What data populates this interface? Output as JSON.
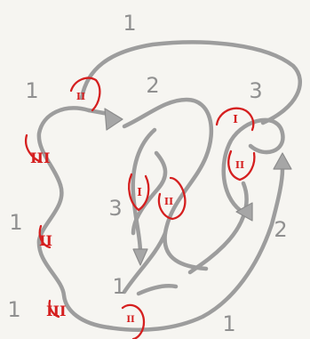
{
  "labels": {
    "region_top": "1",
    "region_left_upper": "1",
    "region_left_middle": "1",
    "region_left_lower": "1",
    "region_bottom": "1",
    "region_center_bottom": "1",
    "region_upper_center": "2",
    "region_right_lower": "2",
    "region_upper_right": "3",
    "region_center_left": "3"
  },
  "crossing_marks": {
    "top_left": "II",
    "left_upper": "III",
    "left_middle": "II",
    "left_lower": "III",
    "bottom": "II",
    "center_left": "I",
    "center_right": "II",
    "right_upper": "I",
    "right_lower": "II"
  },
  "colors": {
    "background": "#f6f5f1",
    "strand": "#9d9d9d",
    "arrow": "#a6a6a6",
    "mark": "#d51f1f",
    "label": "#909090"
  }
}
